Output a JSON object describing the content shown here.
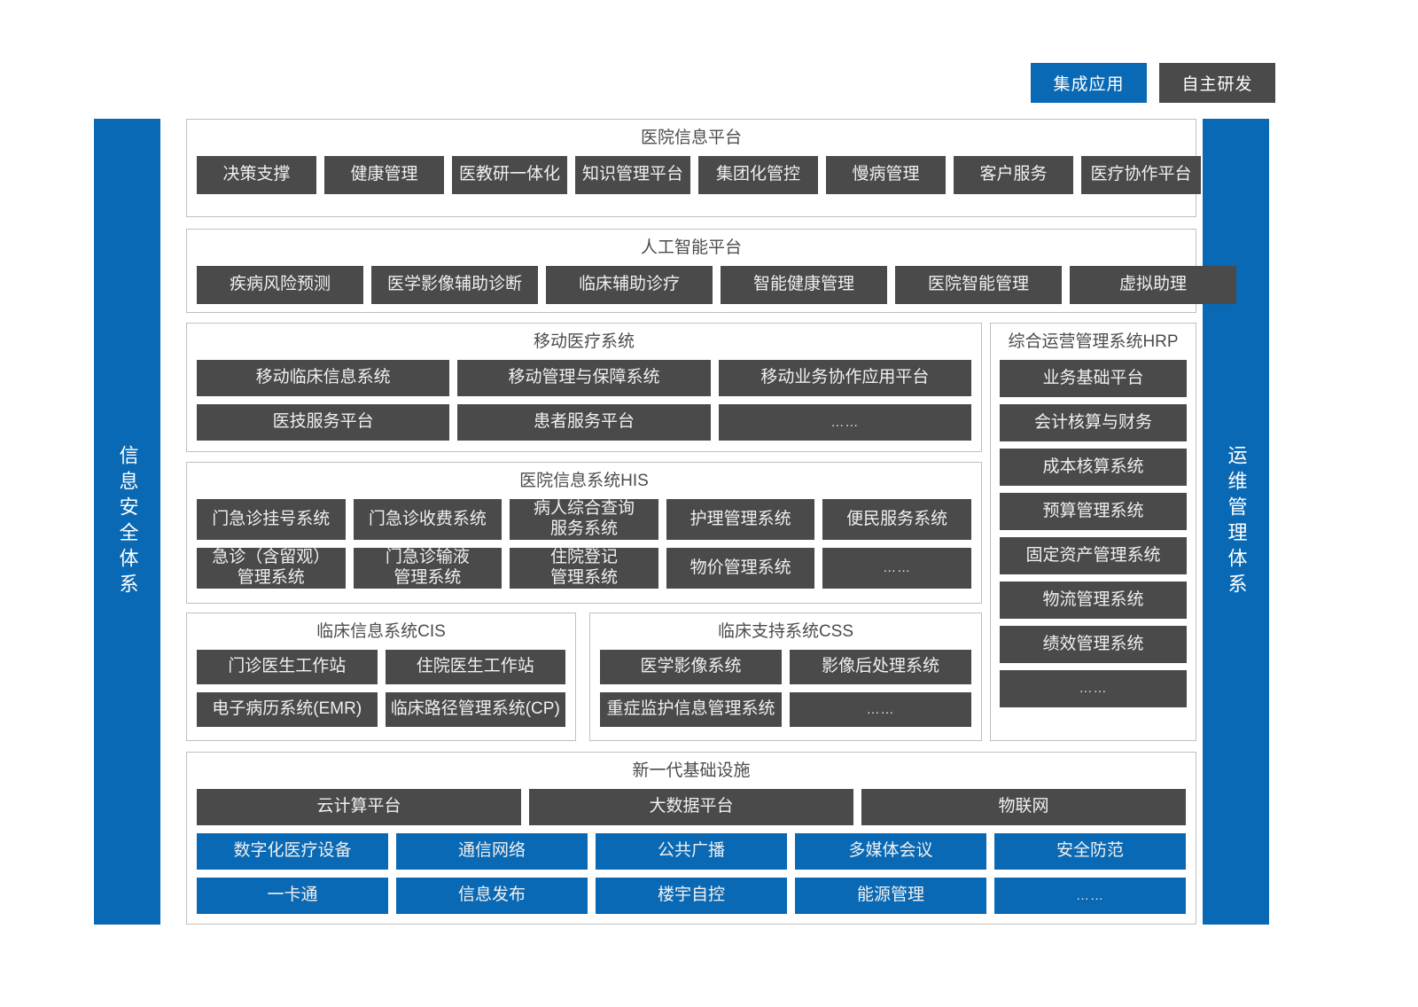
{
  "legend": {
    "items": [
      {
        "label": "集成应用",
        "color": "#0a69b4",
        "style": "blue"
      },
      {
        "label": "自主研发",
        "color": "#4a4a4a",
        "style": "dark"
      }
    ]
  },
  "sidebars": {
    "left": {
      "label": "信息安全体系",
      "color": "#0a69b4"
    },
    "right": {
      "label": "运维管理体系",
      "color": "#0a69b4"
    }
  },
  "colors": {
    "blue": "#0a69b4",
    "dark": "#4a4a4a",
    "panel_border": "#bfbfbf",
    "background": "#ffffff",
    "title_text": "#4c4c4c",
    "box_text": "#f0f0f0"
  },
  "sections": {
    "hospital_info_platform": {
      "title": "医院信息平台",
      "rows": [
        [
          "决策支撑",
          "健康管理",
          "医教研一体化",
          "知识管理平台",
          "集团化管控",
          "慢病管理",
          "客户服务",
          "医疗协作平台"
        ]
      ]
    },
    "ai_platform": {
      "title": "人工智能平台",
      "rows": [
        [
          "疾病风险预测",
          "医学影像辅助诊断",
          "临床辅助诊疗",
          "智能健康管理",
          "医院智能管理",
          "虚拟助理"
        ]
      ]
    },
    "mobile_medical": {
      "title": "移动医疗系统",
      "rows": [
        [
          "移动临床信息系统",
          "移动管理与保障系统",
          "移动业务协作应用平台"
        ],
        [
          "医技服务平台",
          "患者服务平台",
          "……"
        ]
      ]
    },
    "his": {
      "title": "医院信息系统HIS",
      "rows": [
        [
          "门急诊挂号系统",
          "门急诊收费系统",
          "病人综合查询\n服务系统",
          "护理管理系统",
          "便民服务系统"
        ],
        [
          "急诊（含留观）\n管理系统",
          "门急诊输液\n管理系统",
          "住院登记\n管理系统",
          "物价管理系统",
          "……"
        ]
      ]
    },
    "cis": {
      "title": "临床信息系统CIS",
      "rows": [
        [
          "门诊医生工作站",
          "住院医生工作站"
        ],
        [
          "电子病历系统(EMR)",
          "临床路径管理系统(CP)"
        ]
      ]
    },
    "css": {
      "title": "临床支持系统CSS",
      "rows": [
        [
          "医学影像系统",
          "影像后处理系统"
        ],
        [
          "重症监护信息管理系统",
          "……"
        ]
      ]
    },
    "hrp": {
      "title": "综合运营管理系统HRP",
      "items": [
        "业务基础平台",
        "会计核算与财务",
        "成本核算系统",
        "预算管理系统",
        "固定资产管理系统",
        "物流管理系统",
        "绩效管理系统",
        "……"
      ]
    },
    "infrastructure": {
      "title": "新一代基础设施",
      "rows": [
        {
          "style": "dark",
          "items": [
            "云计算平台",
            "大数据平台",
            "物联网"
          ]
        },
        {
          "style": "blue",
          "items": [
            "数字化医疗设备",
            "通信网络",
            "公共广播",
            "多媒体会议",
            "安全防范"
          ]
        },
        {
          "style": "blue",
          "items": [
            "一卡通",
            "信息发布",
            "楼宇自控",
            "能源管理",
            "……"
          ]
        }
      ]
    }
  }
}
